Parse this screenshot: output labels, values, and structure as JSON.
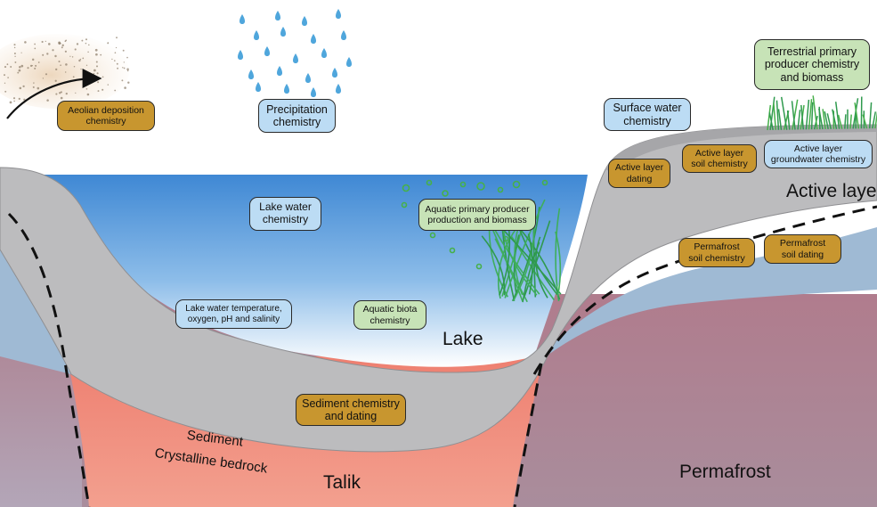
{
  "boxes": {
    "aeolian": "Aeolian deposition\nchemistry",
    "precipitation": "Precipitation\nchemistry",
    "surface_water": "Surface water\nchemistry",
    "terrestrial": "Terrestrial primary\nproducer chemistry\nand biomass",
    "lake_water": "Lake water\nchemistry",
    "aquatic_primary": "Aquatic primary producer\nproduction and biomass",
    "active_dating": "Active layer\ndating",
    "active_soil": "Active layer\nsoil chemistry",
    "active_groundwater": "Active layer\ngroundwater chemistry",
    "permafrost_soil_chem": "Permafrost\nsoil chemistry",
    "permafrost_soil_dating": "Permafrost\nsoil dating",
    "lake_temp": "Lake water temperature,\noxygen, pH and salinity",
    "aquatic_biota": "Aquatic biota\nchemistry",
    "sediment_chem": "Sediment chemistry\nand dating"
  },
  "labels": {
    "active_layer": "Active layer",
    "lake": "Lake",
    "sediment": "Sediment",
    "bedrock": "Crystalline bedrock",
    "talik": "Talik",
    "permafrost": "Permafrost"
  },
  "colors": {
    "sky": "#ffffff",
    "lake_top": "#3f88d4",
    "lake_bottom": "#ffffff",
    "sediment": "#bdbdbf",
    "permafrost": "#ad7f8e",
    "talik": "#ef7c6c",
    "groundwater": "#9ab7d3",
    "box_brown": "#c8962f",
    "box_blue": "#bcdcf4",
    "box_green": "#c7e3b7",
    "vegetation": "#2f9a4e",
    "raindrop": "#4fa6dc",
    "bubble": "#46b04a",
    "dust": "#d4b48e"
  }
}
